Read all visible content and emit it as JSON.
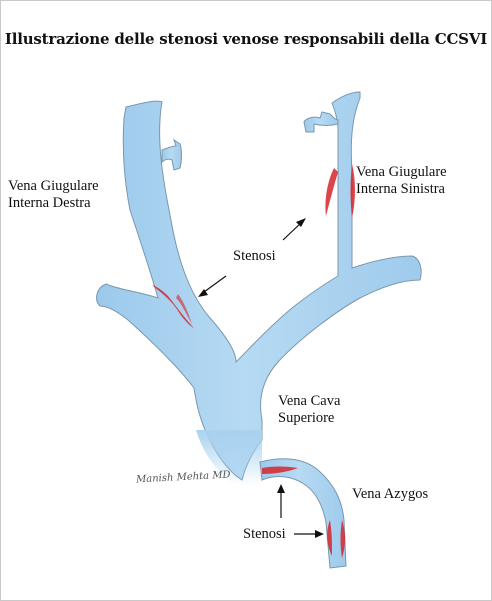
{
  "title": "Illustrazione delle stenosi venose responsabili della CCSVI",
  "labels": {
    "jugular_right_line1": "Vena Giugulare",
    "jugular_right_line2": "Interna Destra",
    "jugular_left_line1": "Vena Giugulare",
    "jugular_left_line2": "Interna Sinistra",
    "stenosis_upper": "Stenosi",
    "vena_cava_line1": "Vena Cava",
    "vena_cava_line2": "Superiore",
    "azygos": "Vena Azygos",
    "stenosis_lower": "Stenosi"
  },
  "signature": "Manish Mehta, MD",
  "colors": {
    "vein": "#a9d2f0",
    "vein_highlight": "#d6ebfa",
    "vein_outline": "#6f8fa8",
    "stenosis": "#d6262b",
    "text": "#111111"
  }
}
